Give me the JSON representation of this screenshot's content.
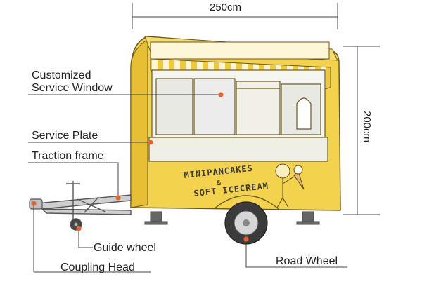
{
  "dimensions": {
    "width_label": "250cm",
    "height_label": "200cm"
  },
  "labels": {
    "service_window_line1": "Customized",
    "service_window_line2": "Service Window",
    "service_plate": "Service Plate",
    "traction_frame": "Traction frame",
    "guide_wheel": "Guide wheel",
    "coupling_head": "Coupling Head",
    "road_wheel": "Road Wheel"
  },
  "truck_text": {
    "line1": "MINIPANCAKES",
    "line2": "&",
    "line3": "SOFT ICECREAM"
  },
  "colors": {
    "body": "#f3d24e",
    "awning_stripe": "#f0c93a",
    "marker": "#e8632a"
  }
}
